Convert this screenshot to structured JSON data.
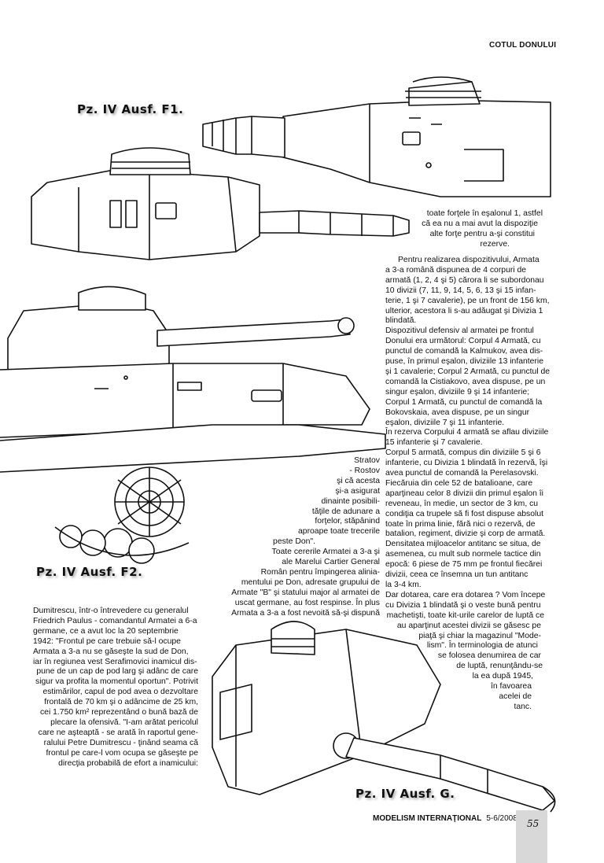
{
  "header": {
    "section": "COTUL DONULUI"
  },
  "captions": {
    "f1": "Pz. IV Ausf. F1.",
    "f2": "Pz. IV Ausf. F2.",
    "g": "Pz. IV Ausf. G."
  },
  "right_column": {
    "shaped_lines": [
      "toate forţele în eşalonul 1, astfel",
      "că ea nu a mai avut la dispoziţie",
      "alte forţe pentru a-şi constitui",
      "rezerve."
    ],
    "block": [
      "Pentru realizarea dispozitivului, Armata",
      "a 3-a română dispunea de 4 corpuri de",
      "armată (1, 2, 4 şi 5) cărora li se subordonau",
      "10 divizii (7, 11, 9, 14, 5, 6, 13 şi 15 infan-",
      "terie, 1 şi 7 cavalerie), pe un front de 156 km,",
      "ulterior, acestora li s-au adăugat şi Divizia 1",
      "blindată.",
      "Dispozitivul defensiv al armatei pe frontul",
      "Donului era următorul: Corpul 4 Armată, cu",
      "punctul de comandă la Kalmukov, avea dis-",
      "puse, în primul eşalon, diviziile 13 infanterie",
      "şi 1 cavalerie; Corpul 2 Armată, cu punctul de",
      "comandă la Cistiakovo, avea dispuse, pe un",
      "singur eşalon, diviziile 9 şi 14 infanterie;",
      "Corpul 1 Armată, cu punctul de comandă la",
      "Bokovskaia, avea dispuse, pe un singur",
      "eşalon, diviziile 7 şi 11 infanterie.",
      "În rezerva Corpului 4 armată se aflau diviziile",
      "15 infanterie şi 7 cavalerie.",
      "Corpul 5 armată, compus din diviziile 5 şi 6",
      "infanterie, cu Divizia 1 blindată în rezervă, îşi",
      "avea punctul de comandă la Perelasovski.",
      "Fiecăruia din cele 52 de batalioane, care",
      "aparţineau celor 8 divizii din primul eşalon îi",
      "reveneau, în medie, un sector de 3 km, cu",
      "condiţia ca trupele să fi fost dispuse absolut",
      "toate în prima linie, fără nici o rezervă, de",
      "batalion, regiment, divizie şi corp de armată.",
      "Densitatea mijloacelor antitanc se situa, de",
      "asemenea, cu mult sub normele tactice din",
      "epocă: 6 piese de 75 mm pe frontul fiecărei",
      "divizii, ceea ce însemna un tun antitanc",
      "la 3-4 km.",
      "Dar dotarea, care era dotarea ? Vom începe",
      "cu Divizia 1 blindată şi o veste bună pentru",
      "machetişti, toate kit-urile carelor de luptă ce",
      "au aparţinut acestei divizii se găsesc pe",
      "piaţă şi chiar la magazinul \"Mode-",
      "lism\". În terminologia de atunci",
      "se folosea denumirea de car",
      "de luptă, renunţându-se",
      "la ea după 1945,",
      "în favoarea",
      "acelei de",
      "tanc."
    ]
  },
  "middle_column": [
    "Stratov",
    "- Rostov",
    "şi că acesta",
    "şi-a asigurat",
    "dinainte posibili-",
    "tăţile de adunare a",
    "forţelor, stăpânind",
    "aproape toate trecerile",
    "peste Don\".",
    "Toate cererile Armatei a 3-a şi",
    "ale Marelui Cartier General",
    "Român pentru împingerea alinia-",
    "mentului pe Don, adresate grupului de",
    "Armate \"B\" şi statului major al armatei de",
    "uscat germane, au fost respinse. În plus",
    "Armata a 3-a a fost nevoită să-şi dispună"
  ],
  "left_column": [
    "Dumitrescu, într-o întrevedere cu generalul",
    "Friedrich Paulus - comandantul Armatei a 6-a",
    "germane, ce a avut loc la 20 septembrie",
    "1942: \"Frontul pe care trebuie să-l ocupe",
    "Armata a 3-a nu se găseşte la sud de Don,",
    "iar în regiunea vest Serafimovici inamicul dis-",
    "pune de un cap de pod larg şi adânc de care",
    "sigur va profita la momentul oportun\". Potrivit",
    "estimărilor, capul de pod avea o dezvoltare",
    "frontală de 70 km şi o adâncime de 25 km,",
    "cei 1.750 km² reprezentând o bună bază de",
    "plecare la ofensivă. \"I-am arătat pericolul",
    "care ne aşteaptă - se arată în raportul gene-",
    "ralului Petre Dumitrescu - ţinând seama că",
    "frontul pe care-l vom ocupa se găseşte pe",
    "direcţia probabilă de efort a inamicului:"
  ],
  "footer": {
    "magazine": "MODELISM INTERNAŢIONAL",
    "issue": "5-6/2008",
    "page": "55"
  }
}
